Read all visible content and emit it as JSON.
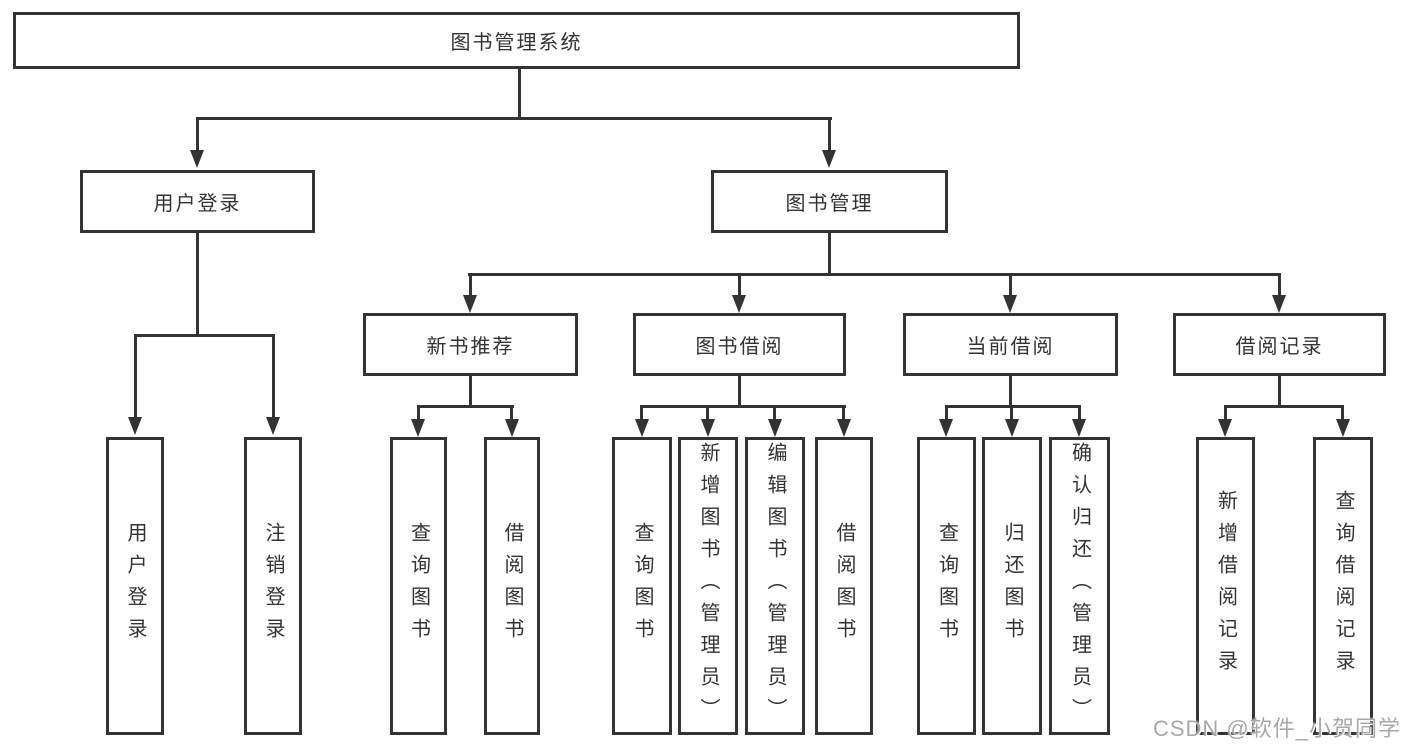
{
  "diagram": {
    "title": "图书管理系统",
    "branches": {
      "user_login": {
        "label": "用户登录",
        "children": {
          "login": "用户登录",
          "logout": "注销登录"
        }
      },
      "book_mgmt": {
        "label": "图书管理",
        "children": {
          "new_book_rec": {
            "label": "新书推荐",
            "children": {
              "query_books": "查询图书",
              "borrow_books": "借阅图书"
            }
          },
          "book_borrow": {
            "label": "图书借阅",
            "children": {
              "query_books": "查询图书",
              "add_books": "新增图书（管理员）",
              "edit_books": "编辑图书（管理员）",
              "borrow_books": "借阅图书"
            }
          },
          "current_borrow": {
            "label": "当前借阅",
            "children": {
              "query_books": "查询图书",
              "return_books": "归还图书",
              "confirm_return": "确认归还（管理员）"
            }
          },
          "borrow_records": {
            "label": "借阅记录",
            "children": {
              "add_record": "新增借阅记录",
              "query_record": "查询借阅记录"
            }
          }
        }
      }
    },
    "watermark": "CSDN @软件_小贺同学",
    "colors": {
      "line": "#333333",
      "text": "#333333",
      "watermark": "#a8a8a8",
      "background": "#ffffff"
    }
  }
}
